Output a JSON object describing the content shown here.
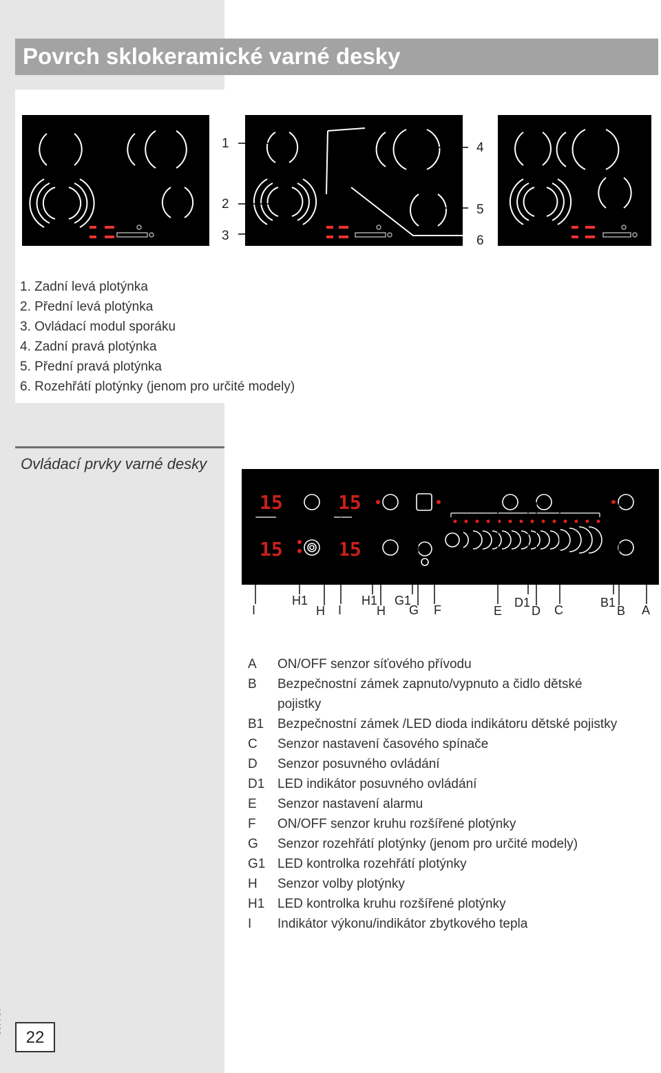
{
  "header": {
    "title": "Povrch sklokeramické varné desky"
  },
  "cooktop_callouts": [
    "1",
    "2",
    "3",
    "4",
    "5",
    "6"
  ],
  "cooktop_legend": [
    "1. Zadní levá plotýnka",
    "2. Přední levá plotýnka",
    "3. Ovládací modul sporáku",
    "4. Zadní pravá plotýnka",
    "5. Přední pravá plotýnka",
    "6. Rozehřátí plotýnky (jenom pro určité modely)"
  ],
  "controls_section": {
    "title": "Ovládací prvky varné desky"
  },
  "panel_labels": [
    "I",
    "H1",
    "H",
    "I",
    "H1",
    "H",
    "G1",
    "G",
    "F",
    "E",
    "D1",
    "D",
    "C",
    "B1",
    "B",
    "A"
  ],
  "controls_legend": [
    {
      "code": "A",
      "text": "ON/OFF senzor síťového přívodu"
    },
    {
      "code": "B",
      "text": "Bezpečnostní zámek zapnuto/vypnuto a čidlo dětské pojistky"
    },
    {
      "code": "B1",
      "text": "Bezpečnostní zámek /LED dioda indikátoru dětské pojistky"
    },
    {
      "code": "C",
      "text": "Senzor nastavení časového spínače"
    },
    {
      "code": "D",
      "text": "Senzor posuvného ovládání"
    },
    {
      "code": "D1",
      "text": "LED indikátor posuvného ovládání"
    },
    {
      "code": "E",
      "text": "Senzor nastavení alarmu"
    },
    {
      "code": "F",
      "text": "ON/OFF senzor kruhu rozšířené plotýnky"
    },
    {
      "code": "G",
      "text": "Senzor rozehřátí plotýnky (jenom pro určité modely)"
    },
    {
      "code": "G1",
      "text": "LED kontrolka rozehřátí plotýnky"
    },
    {
      "code": "H",
      "text": "Senzor volby plotýnky"
    },
    {
      "code": "H1",
      "text": "LED kontrolka kruhu rozšířené plotýnky"
    },
    {
      "code": "I",
      "text": "Indikátor výkonu/indikátor zbytkového tepla"
    }
  ],
  "display_digits": "15",
  "footer": {
    "doc_number": "134428",
    "page_number": "22"
  },
  "colors": {
    "panel": "#000000",
    "led": "#e0201c",
    "title_bar": "#a3a3a3",
    "margin": "#e6e6e6"
  }
}
